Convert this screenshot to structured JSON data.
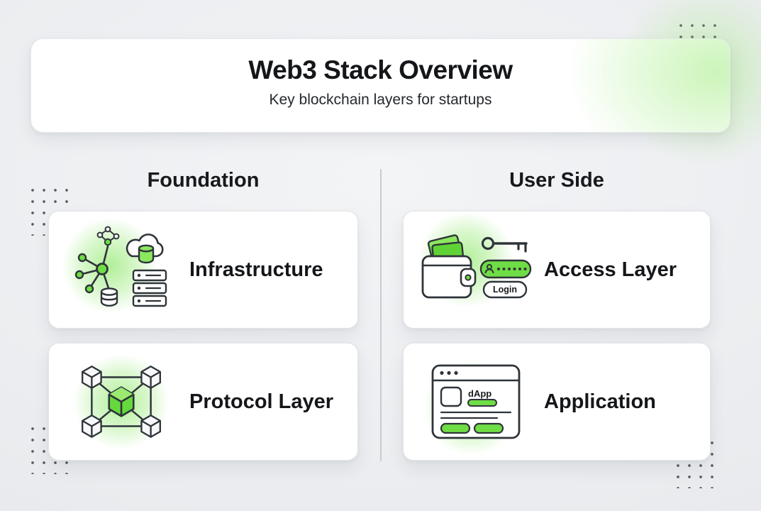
{
  "header": {
    "title": "Web3 Stack Overview",
    "subtitle": "Key blockchain layers for startups"
  },
  "columns": [
    {
      "heading": "Foundation",
      "cards": [
        {
          "label": "Infrastructure",
          "icon": "infrastructure-network-servers-icon"
        },
        {
          "label": "Protocol Layer",
          "icon": "protocol-cube-network-icon"
        }
      ]
    },
    {
      "heading": "User Side",
      "cards": [
        {
          "label": "Access Layer",
          "icon": "wallet-key-login-icon",
          "login_button": "Login"
        },
        {
          "label": "Application",
          "icon": "dapp-browser-window-icon",
          "app_name": "dApp"
        }
      ]
    }
  ],
  "decorative": {
    "dot_grid_positions": [
      "top-right",
      "left-middle",
      "bottom-left",
      "bottom-right"
    ]
  },
  "colors": {
    "accent_green": "#6FDD45",
    "accent_green_light": "#9AEB70",
    "background": "#ECEEF1",
    "card_background": "#FFFFFF",
    "outline_dark": "#2F343A",
    "text_primary": "#17191C"
  }
}
